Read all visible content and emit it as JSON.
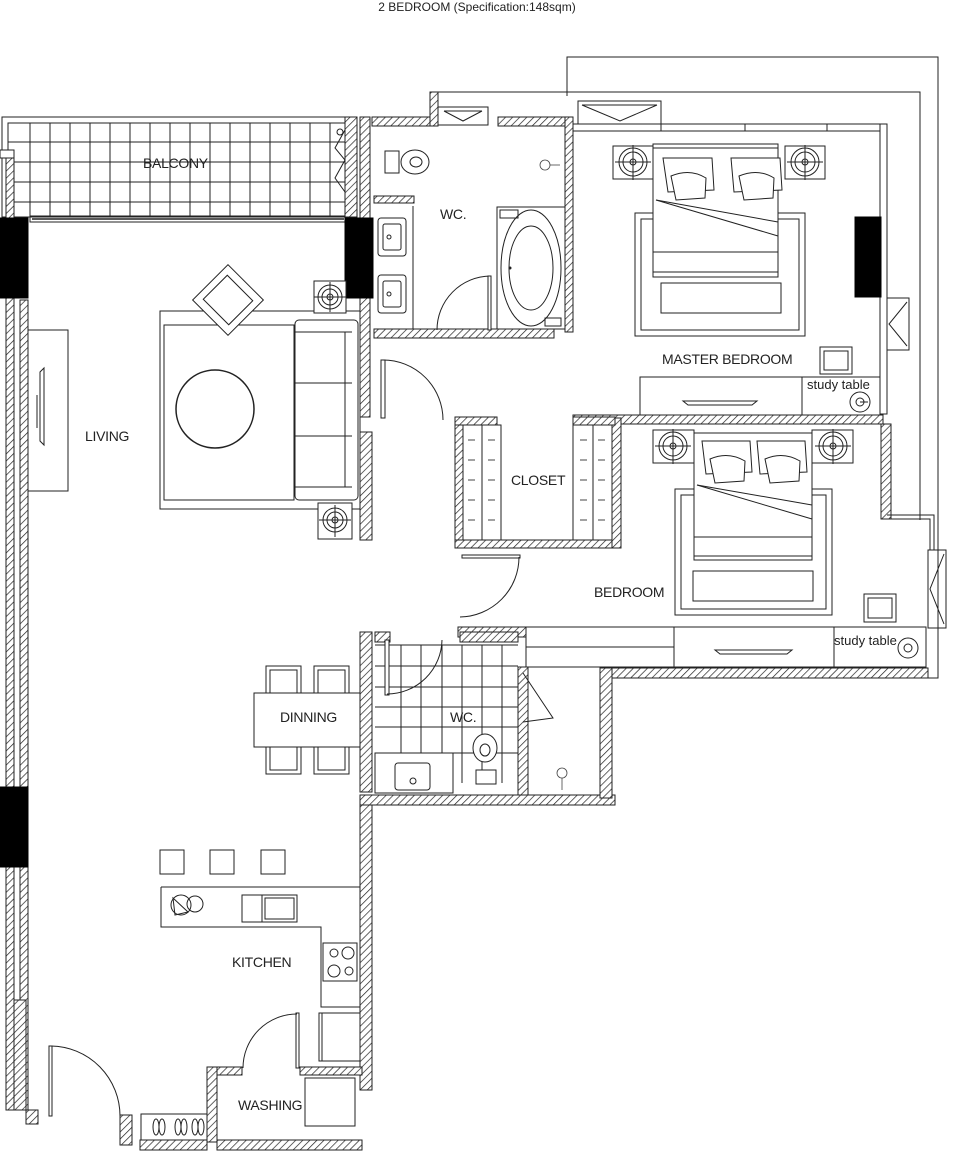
{
  "plan": {
    "title": "2 BEDROOM (Specification:148sqm)",
    "unit_type": "2 BEDROOM",
    "area": "148sqm"
  },
  "rooms": {
    "balcony": "BALCONY",
    "wc_master": "WC.",
    "master_bedroom": "MASTER BEDROOM",
    "living": "LIVING",
    "closet": "CLOSET",
    "bedroom": "BEDROOM",
    "wc_common": "WC.",
    "dining": "DINNING",
    "kitchen": "KITCHEN",
    "washing": "WASHING"
  },
  "furniture": {
    "study_table_master": "study table",
    "study_table_bedroom": "study table"
  }
}
